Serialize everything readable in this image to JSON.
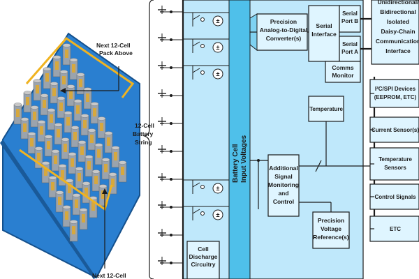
{
  "labels": {
    "next_pack_above": [
      "Next 12-Cell",
      "Pack Above"
    ],
    "next_pack_below": [
      "Next 12-Cell"
    ],
    "battery_string": [
      "12-Cell",
      "Battery",
      "String"
    ],
    "cell_input": [
      "Battery Cell",
      "Input Voltages"
    ],
    "adc": [
      "Precision",
      "Analog-to-Digital",
      "Converter(s)"
    ],
    "serial_interface": [
      "Serial",
      "Interface"
    ],
    "port_b": [
      "Serial",
      "Port B"
    ],
    "port_a": [
      "Serial",
      "Port A"
    ],
    "comms_monitor": [
      "Comms",
      "Monitor"
    ],
    "daisy_chain": [
      "Unidirectional/",
      "Bidirectional",
      "Isolated",
      "Daisy-Chain",
      "Communication",
      "Interface"
    ],
    "temperature": [
      "Temperature"
    ],
    "additional_signal": [
      "Additional",
      "Signal",
      "Monitoring",
      "and",
      "Control"
    ],
    "precision_ref": [
      "Precision",
      "Voltage",
      "Reference(s)"
    ],
    "cell_discharge": [
      "Cell",
      "Discharge",
      "Circuitry"
    ],
    "i2c_devices": [
      "I²C/SPI Devices",
      "(EEPROM, ETC)"
    ],
    "current_sensors": [
      "Current Sensor(s)"
    ],
    "temp_sensors": [
      "Temperature",
      "Sensors"
    ],
    "control_signals": [
      "Control Signals"
    ],
    "etc": [
      "ETC"
    ]
  },
  "colors": {
    "panel": "#bfe8fb",
    "box": "#dff5ff",
    "battery_tray": "#1f6fb8",
    "cell_top": "#c8c8c8",
    "cell_accent": "#e0a92a"
  },
  "icons": {
    "cell_source": "circled-plus-minus",
    "battery_cell": "battery-stack"
  }
}
